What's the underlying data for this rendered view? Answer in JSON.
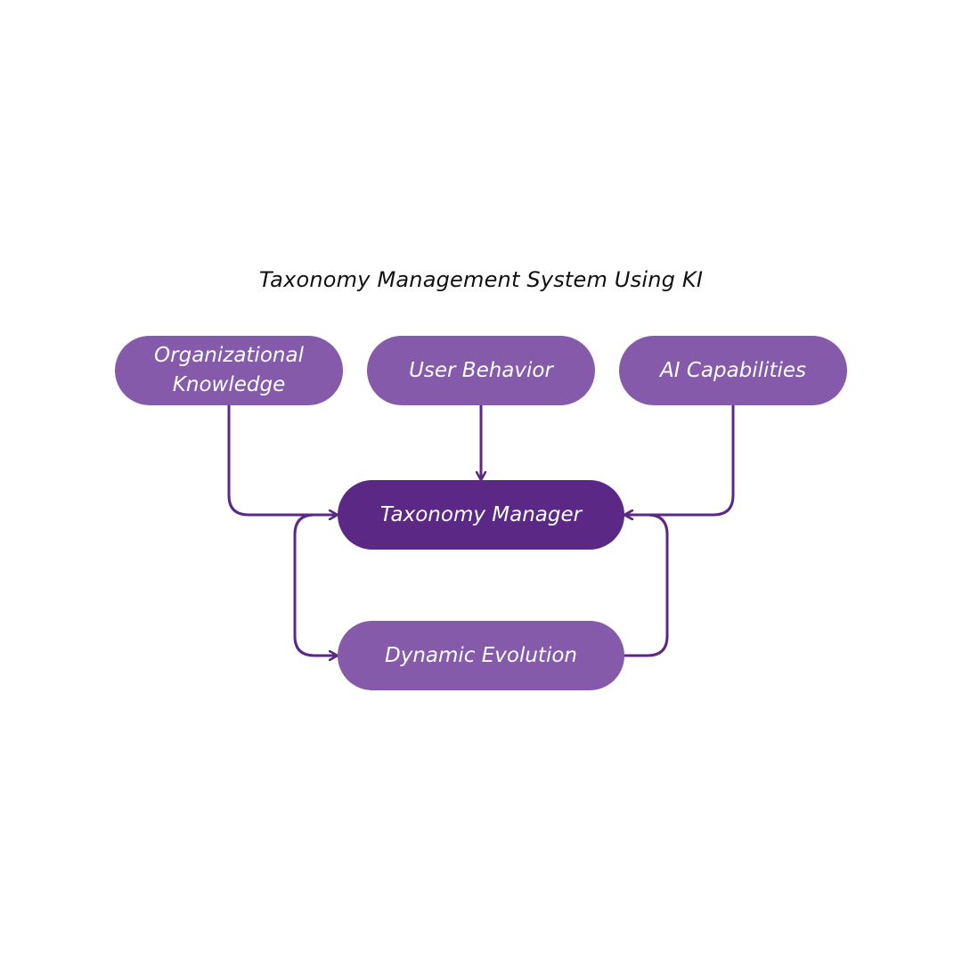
{
  "diagram": {
    "title": "Taxonomy Management System Using KI",
    "colors": {
      "node_fill": "#865aab",
      "central_node_fill": "#5b2985",
      "connector": "#5b2985"
    },
    "nodes": {
      "organizational_knowledge": "Organizational Knowledge",
      "user_behavior": "User Behavior",
      "ai_capabilities": "AI Capabilities",
      "taxonomy_manager": "Taxonomy Manager",
      "dynamic_evolution": "Dynamic Evolution"
    },
    "edges": [
      {
        "from": "Organizational Knowledge",
        "to": "Taxonomy Manager"
      },
      {
        "from": "User Behavior",
        "to": "Taxonomy Manager"
      },
      {
        "from": "AI Capabilities",
        "to": "Taxonomy Manager"
      },
      {
        "from": "Taxonomy Manager",
        "to": "Dynamic Evolution"
      },
      {
        "from": "Dynamic Evolution",
        "to": "Taxonomy Manager"
      }
    ]
  }
}
